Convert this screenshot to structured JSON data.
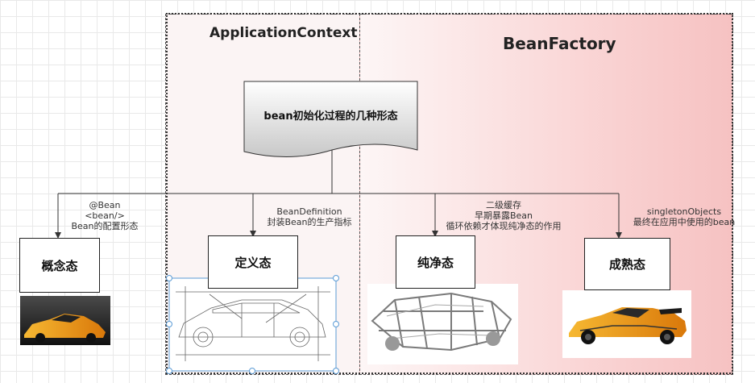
{
  "regions": {
    "context_title": "ApplicationContext",
    "factory_title": "BeanFactory"
  },
  "root": {
    "label": "bean初始化过程的几种形态"
  },
  "states": [
    {
      "label": "概念态",
      "annotation": [
        "@Bean",
        "<bean/>",
        "Bean的配置形态"
      ],
      "image": "sports-car-photo"
    },
    {
      "label": "定义态",
      "annotation": [
        "BeanDefinition",
        "封装Bean的生产指标"
      ],
      "image": "car-blueprint-drawing"
    },
    {
      "label": "纯净态",
      "annotation": [
        "二级缓存",
        "早期暴露Bean",
        "循环依赖才体现纯净态的作用"
      ],
      "image": "car-chassis-frame"
    },
    {
      "label": "成熟态",
      "annotation": [
        "singletonObjects",
        "最终在应用中使用的bean"
      ],
      "image": "finished-sports-car"
    }
  ],
  "colors": {
    "factory_region_tint": "#f6c2c2",
    "car_orange": "#f0a21a"
  }
}
